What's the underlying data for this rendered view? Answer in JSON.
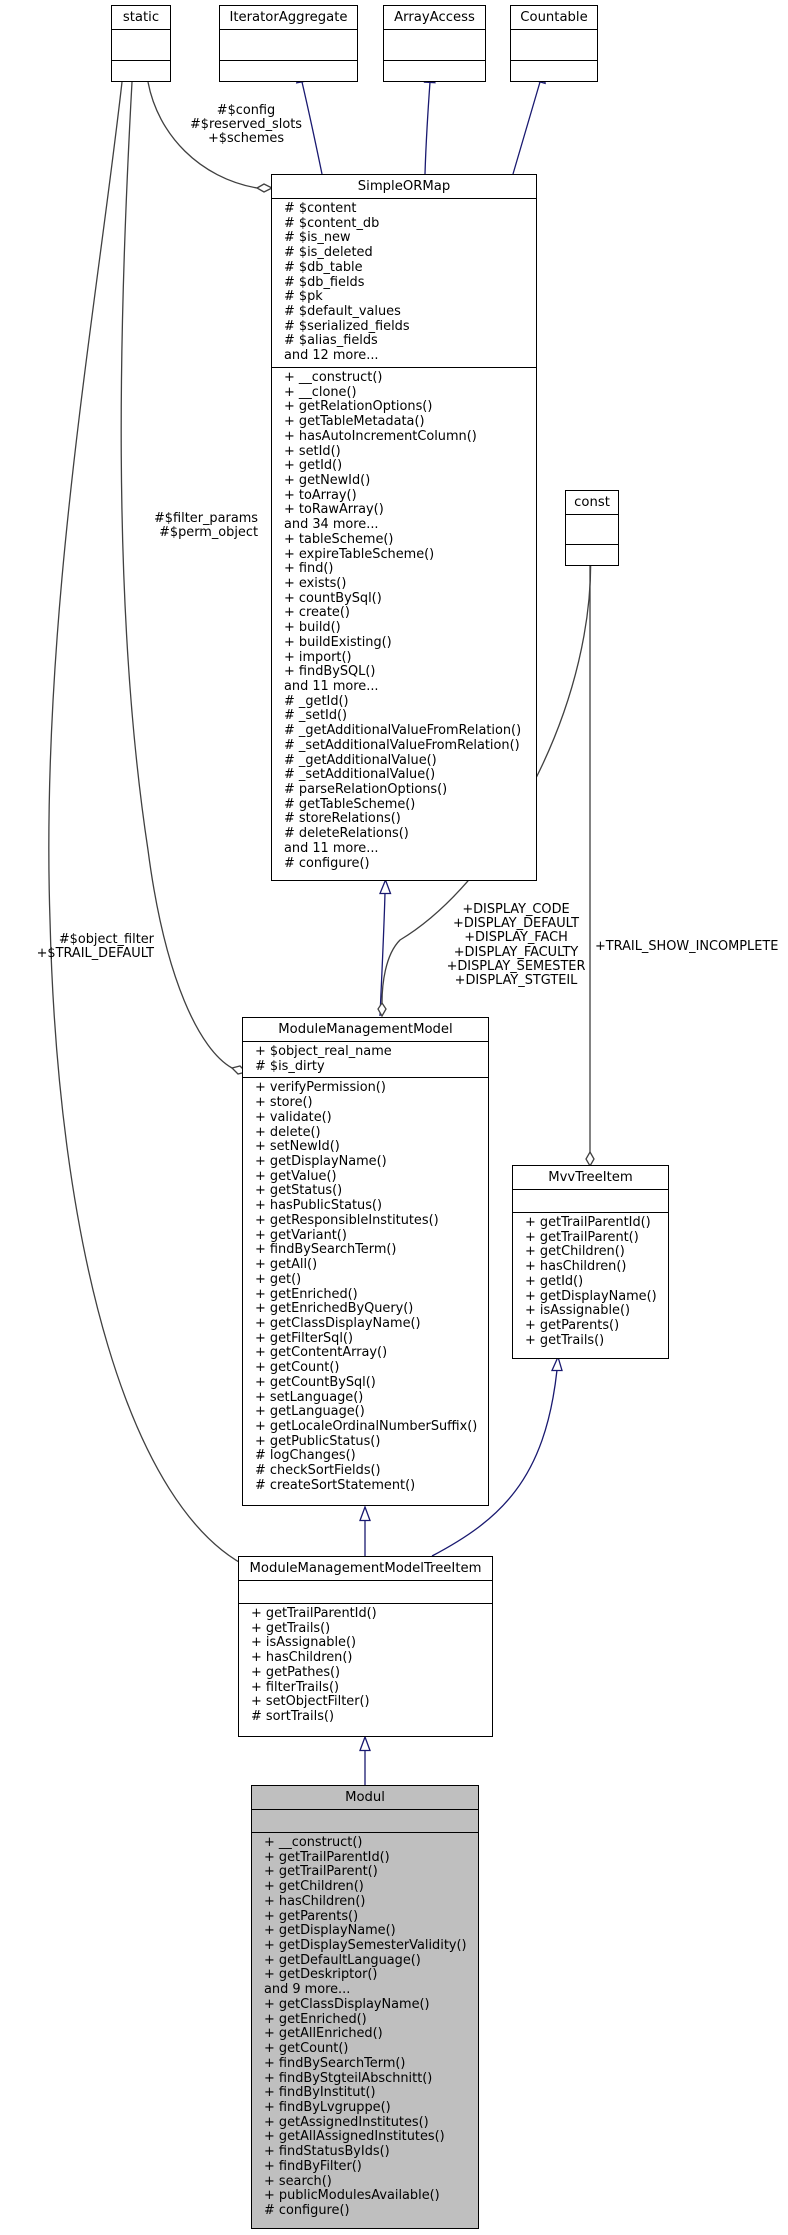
{
  "classes": {
    "static": {
      "name": "static"
    },
    "iterator_aggregate": {
      "name": "IteratorAggregate"
    },
    "array_access": {
      "name": "ArrayAccess"
    },
    "countable": {
      "name": "Countable"
    },
    "const": {
      "name": "const"
    },
    "simple_or_map": {
      "name": "SimpleORMap",
      "attributes": [
        "# $content",
        "# $content_db",
        "# $is_new",
        "# $is_deleted",
        "# $db_table",
        "# $db_fields",
        "# $pk",
        "# $default_values",
        "# $serialized_fields",
        "# $alias_fields",
        "and 12 more..."
      ],
      "methods": [
        "+ __construct()",
        "+ __clone()",
        "+ getRelationOptions()",
        "+ getTableMetadata()",
        "+ hasAutoIncrementColumn()",
        "+ setId()",
        "+ getId()",
        "+ getNewId()",
        "+ toArray()",
        "+ toRawArray()",
        "and 34 more...",
        "+ tableScheme()",
        "+ expireTableScheme()",
        "+ find()",
        "+ exists()",
        "+ countBySql()",
        "+ create()",
        "+ build()",
        "+ buildExisting()",
        "+ import()",
        "+ findBySQL()",
        "and 11 more...",
        "# _getId()",
        "# _setId()",
        "# _getAdditionalValueFromRelation()",
        "# _setAdditionalValueFromRelation()",
        "# _getAdditionalValue()",
        "# _setAdditionalValue()",
        "# parseRelationOptions()",
        "# getTableScheme()",
        "# storeRelations()",
        "# deleteRelations()",
        "and 11 more...",
        "# configure()"
      ]
    },
    "module_management_model": {
      "name": "ModuleManagementModel",
      "attributes": [
        "+ $object_real_name",
        "# $is_dirty"
      ],
      "methods": [
        "+ verifyPermission()",
        "+ store()",
        "+ validate()",
        "+ delete()",
        "+ setNewId()",
        "+ getDisplayName()",
        "+ getValue()",
        "+ getStatus()",
        "+ hasPublicStatus()",
        "+ getResponsibleInstitutes()",
        "+ getVariant()",
        "+ findBySearchTerm()",
        "+ getAll()",
        "+ get()",
        "+ getEnriched()",
        "+ getEnrichedByQuery()",
        "+ getClassDisplayName()",
        "+ getFilterSql()",
        "+ getContentArray()",
        "+ getCount()",
        "+ getCountBySql()",
        "+ setLanguage()",
        "+ getLanguage()",
        "+ getLocaleOrdinalNumberSuffix()",
        "+ getPublicStatus()",
        "# logChanges()",
        "# checkSortFields()",
        "# createSortStatement()"
      ]
    },
    "mvv_tree_item": {
      "name": "MvvTreeItem",
      "attributes": [],
      "methods": [
        "+ getTrailParentId()",
        "+ getTrailParent()",
        "+ getChildren()",
        "+ hasChildren()",
        "+ getId()",
        "+ getDisplayName()",
        "+ isAssignable()",
        "+ getParents()",
        "+ getTrails()"
      ]
    },
    "module_management_model_tree_item": {
      "name": "ModuleManagementModelTreeItem",
      "attributes": [],
      "methods": [
        "+ getTrailParentId()",
        "+ getTrails()",
        "+ isAssignable()",
        "+ hasChildren()",
        "+ getPathes()",
        "+ filterTrails()",
        "+ setObjectFilter()",
        "# sortTrails()"
      ]
    },
    "modul": {
      "name": "Modul",
      "attributes": [],
      "methods": [
        "+ __construct()",
        "+ getTrailParentId()",
        "+ getTrailParent()",
        "+ getChildren()",
        "+ hasChildren()",
        "+ getParents()",
        "+ getDisplayName()",
        "+ getDisplaySemesterValidity()",
        "+ getDefaultLanguage()",
        "+ getDeskriptor()",
        "and 9 more...",
        "+ getClassDisplayName()",
        "+ getEnriched()",
        "+ getAllEnriched()",
        "+ getCount()",
        "+ findBySearchTerm()",
        "+ findByStgteilAbschnitt()",
        "+ findByInstitut()",
        "+ findByLvgruppe()",
        "+ getAssignedInstitutes()",
        "+ getAllAssignedInstitutes()",
        "+ findStatusByIds()",
        "+ findByFilter()",
        "+ search()",
        "+ publicModulesAvailable()",
        "# configure()"
      ]
    }
  },
  "edge_labels": {
    "static_to_simpleormap": [
      "#$config",
      "#$reserved_slots",
      "+$schemes"
    ],
    "static_to_modulemanagementmodel": [
      "#$filter_params",
      "#$perm_object"
    ],
    "static_to_treeitem": [
      "#$object_filter",
      "+$TRAIL_DEFAULT"
    ],
    "const_to_modulemanagementmodel": [
      "+DISPLAY_CODE",
      "+DISPLAY_DEFAULT",
      "+DISPLAY_FACH",
      "+DISPLAY_FACULTY",
      "+DISPLAY_SEMESTER",
      "+DISPLAY_STGTEIL"
    ],
    "const_to_mvvtreeitem": [
      "+TRAIL_SHOW_INCOMPLETE"
    ]
  },
  "colors": {
    "inheritance_edge": "#191970",
    "association_edge": "#404040",
    "focus_fill": "#bfbfbf"
  }
}
